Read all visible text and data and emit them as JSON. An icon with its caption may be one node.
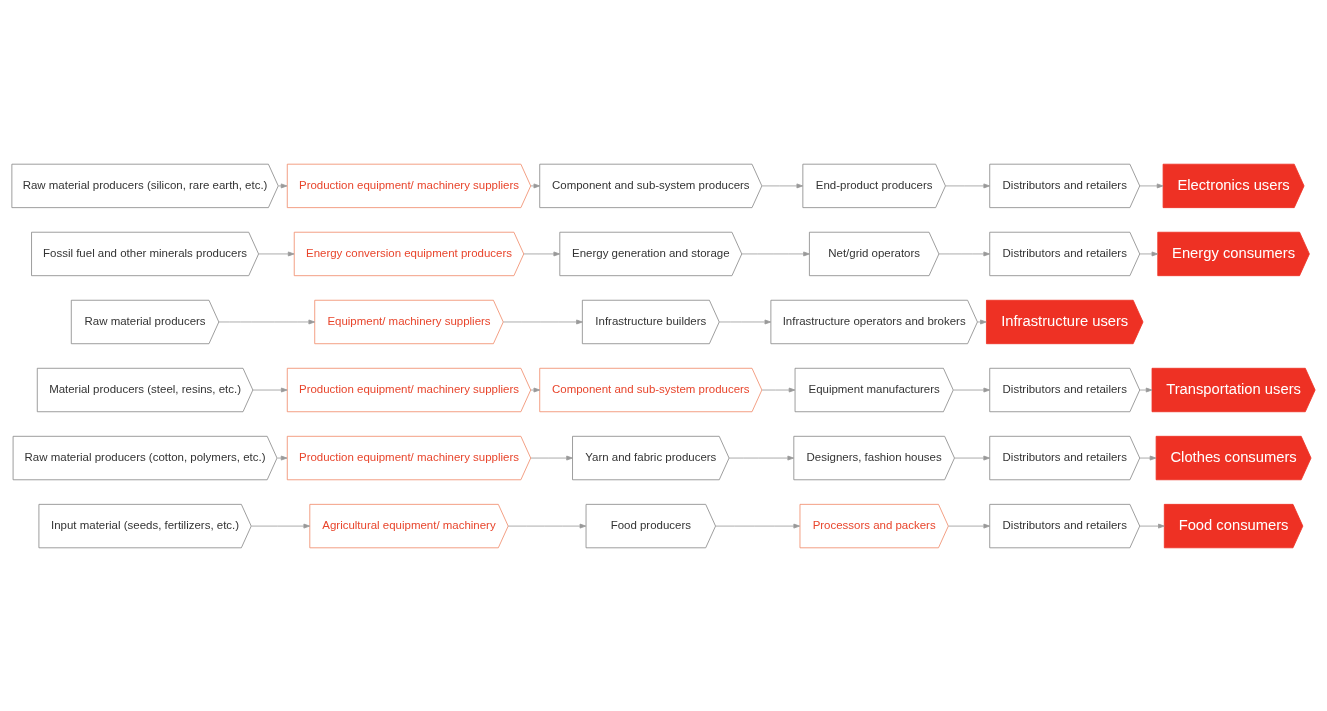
{
  "diagram": {
    "nodes": [
      {
        "text": [
          "Input material (seeds, fertilizers, etc.)"
        ]
      },
      {
        "text": [
          "Agricultural equipment/ machinery"
        ]
      },
      {
        "text": [
          "Food producers"
        ]
      },
      {
        "text": [
          "Processors and packers"
        ]
      },
      {
        "text": [
          "Distributors and retailers"
        ]
      },
      {
        "text": [
          "Food consumers"
        ]
      },
      {
        "text": [
          "Raw material producers (cotton, polymers, etc.)"
        ]
      },
      {
        "text": [
          "Production equipment/ machinery suppliers"
        ]
      },
      {
        "text": [
          "Yarn and fabric producers"
        ]
      },
      {
        "text": [
          "Designers, fashion houses"
        ]
      },
      {
        "text": [
          "Distributors and retailers"
        ]
      },
      {
        "text": [
          "Clothes consumers"
        ]
      },
      {
        "text": [
          "Material producers (steel, resins, etc.)"
        ]
      },
      {
        "text": [
          "Production equipment/ machinery suppliers"
        ]
      },
      {
        "text": [
          "Component and sub-system producers"
        ]
      },
      {
        "text": [
          "Equipment manufacturers"
        ]
      },
      {
        "text": [
          "Distributors and retailers"
        ]
      },
      {
        "text": [
          "Transportation users"
        ]
      },
      {
        "text": [
          "Raw material producers"
        ]
      },
      {
        "text": [
          "Equipment/ machinery suppliers"
        ]
      },
      {
        "text": [
          "Infrastructure builders"
        ]
      },
      {
        "text": [
          "Infrastructure operators and brokers"
        ]
      },
      {
        "text": [
          "Infrastructure users"
        ]
      },
      {
        "text": [
          "Fossil fuel and other minerals producers"
        ]
      },
      {
        "text": [
          "Energy conversion equipment producers"
        ]
      },
      {
        "text": [
          "Energy generation and storage"
        ]
      },
      {
        "text": [
          "Net/grid operators"
        ]
      },
      {
        "text": [
          "Distributors and retailers"
        ]
      },
      {
        "text": [
          "Energy consumers"
        ]
      },
      {
        "text": [
          "Raw material producers (silicon, rare earth, etc.)"
        ]
      },
      {
        "text": [
          "Production equipment/ machinery suppliers"
        ]
      },
      {
        "text": [
          "Component and sub-system producers"
        ]
      },
      {
        "text": [
          "End-product producers"
        ]
      },
      {
        "text": [
          "Distributors and retailers"
        ]
      },
      {
        "text": [
          "Electronics users"
        ]
      }
    ],
    "edges": [
      {
        "from": 0,
        "to": 1,
        "arrow": "to"
      },
      {
        "from": 1,
        "to": 2,
        "arrow": "to"
      },
      {
        "from": 2,
        "to": 3,
        "arrow": "to"
      },
      {
        "from": 3,
        "to": 4,
        "arrow": "to"
      },
      {
        "from": 4,
        "to": 5,
        "arrow": "to"
      },
      {
        "from": 6,
        "to": 7,
        "arrow": "to"
      },
      {
        "from": 7,
        "to": 8,
        "arrow": "to"
      },
      {
        "from": 8,
        "to": 9,
        "arrow": "to"
      },
      {
        "from": 9,
        "to": 10,
        "arrow": "to"
      },
      {
        "from": 10,
        "to": 11,
        "arrow": "to"
      },
      {
        "from": 12,
        "to": 13,
        "arrow": "to"
      },
      {
        "from": 13,
        "to": 14,
        "arrow": "to"
      },
      {
        "from": 14,
        "to": 15,
        "arrow": "to"
      },
      {
        "from": 15,
        "to": 16,
        "arrow": "to"
      },
      {
        "from": 16,
        "to": 17,
        "arrow": "to"
      },
      {
        "from": 18,
        "to": 19,
        "arrow": "to"
      },
      {
        "from": 19,
        "to": 20,
        "arrow": "to"
      },
      {
        "from": 20,
        "to": 21,
        "arrow": "to"
      },
      {
        "from": 21,
        "to": 22,
        "arrow": "to"
      },
      {
        "from": 23,
        "to": 24,
        "arrow": "to"
      },
      {
        "from": 24,
        "to": 25,
        "arrow": "to"
      },
      {
        "from": 25,
        "to": 26,
        "arrow": "to"
      },
      {
        "from": 26,
        "to": 27,
        "arrow": "to"
      },
      {
        "from": 27,
        "to": 28,
        "arrow": "to"
      },
      {
        "from": 29,
        "to": 30,
        "arrow": "to"
      },
      {
        "from": 30,
        "to": 31,
        "arrow": "to"
      },
      {
        "from": 31,
        "to": 32,
        "arrow": "to"
      },
      {
        "from": 32,
        "to": 33,
        "arrow": "to"
      },
      {
        "from": 33,
        "to": 34,
        "arrow": "to"
      }
    ]
  }
}
